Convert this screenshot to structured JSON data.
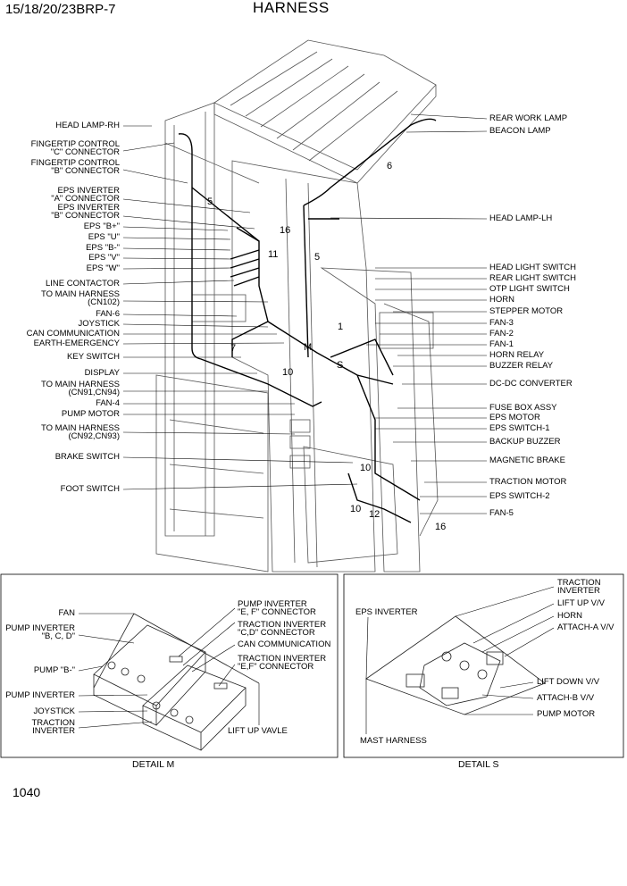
{
  "header": {
    "model": "15/18/20/23BRP-7",
    "title": "HARNESS"
  },
  "page_number": "1040",
  "left_labels": [
    {
      "l1": "HEAD LAMP-RH"
    },
    {
      "l1": "FINGERTIP CONTROL",
      "l2": "\"C\" CONNECTOR"
    },
    {
      "l1": "FINGERTIP CONTROL",
      "l2": "\"B\" CONNECTOR"
    },
    {
      "l1": "EPS INVERTER",
      "l2": "\"A\" CONNECTOR"
    },
    {
      "l1": "EPS INVERTER",
      "l2": "\"B\" CONNECTOR"
    },
    {
      "l1": "EPS \"B+\""
    },
    {
      "l1": "EPS \"U\""
    },
    {
      "l1": "EPS \"B-\""
    },
    {
      "l1": "EPS \"V\""
    },
    {
      "l1": "EPS \"W\""
    },
    {
      "l1": "LINE CONTACTOR"
    },
    {
      "l1": "TO MAIN HARNESS",
      "l2": "(CN102)"
    },
    {
      "l1": "FAN-6"
    },
    {
      "l1": "JOYSTICK"
    },
    {
      "l1": "CAN COMMUNICATION"
    },
    {
      "l1": "EARTH-EMERGENCY"
    },
    {
      "l1": "KEY SWITCH"
    },
    {
      "l1": "DISPLAY"
    },
    {
      "l1": "TO MAIN HARNESS",
      "l2": "(CN91,CN94)"
    },
    {
      "l1": "FAN-4"
    },
    {
      "l1": "PUMP MOTOR"
    },
    {
      "l1": "TO MAIN HARNESS",
      "l2": "(CN92,CN93)"
    },
    {
      "l1": "BRAKE SWITCH"
    },
    {
      "l1": "FOOT SWITCH"
    }
  ],
  "right_labels": [
    "REAR WORK LAMP",
    "BEACON LAMP",
    "HEAD LAMP-LH",
    "HEAD LIGHT SWITCH",
    "REAR LIGHT SWITCH",
    "OTP LIGHT SWITCH",
    "HORN",
    "STEPPER MOTOR",
    "FAN-3",
    "FAN-2",
    "FAN-1",
    "HORN RELAY",
    "BUZZER RELAY",
    "DC-DC CONVERTER",
    "FUSE BOX ASSY",
    "EPS MOTOR",
    "EPS SWITCH-1",
    "BACKUP BUZZER",
    "MAGNETIC BRAKE",
    "TRACTION MOTOR",
    "EPS SWITCH-2",
    "FAN-5"
  ],
  "callouts": [
    "6",
    "5",
    "16",
    "11",
    "5",
    "1",
    "M",
    "7",
    "S",
    "10",
    "10",
    "10",
    "12",
    "16"
  ],
  "detail_m": {
    "caption": "DETAIL M",
    "labels": {
      "fan": "FAN",
      "pump_inv_bcd_1": "PUMP INVERTER",
      "pump_inv_bcd_2": "\"B, C, D\"",
      "pump_b": "PUMP \"B-\"",
      "pump_inv": "PUMP INVERTER",
      "joystick": "JOYSTICK",
      "traction_1": "TRACTION",
      "traction_2": "INVERTER",
      "pinv_ef_1": "PUMP INVERTER",
      "pinv_ef_2": "\"E, F\" CONNECTOR",
      "tinv_cd_1": "TRACTION INVERTER",
      "tinv_cd_2": "\"C,D\" CONNECTOR",
      "can": "CAN COMMUNICATION",
      "tinv_ef_1": "TRACTION INVERTER",
      "tinv_ef_2": "\"E,F\" CONNECTOR",
      "lift_up": "LIFT UP VAVLE"
    }
  },
  "detail_s": {
    "caption": "DETAIL S",
    "labels": {
      "eps_inv": "EPS INVERTER",
      "traction_inv_1": "TRACTION",
      "traction_inv_2": "INVERTER",
      "lift_up_vv": "LIFT UP V/V",
      "horn": "HORN",
      "attach_a": "ATTACH-A V/V",
      "lift_down": "LIFT DOWN V/V",
      "attach_b": "ATTACH-B V/V",
      "pump_motor": "PUMP MOTOR",
      "mast": "MAST HARNESS"
    }
  }
}
